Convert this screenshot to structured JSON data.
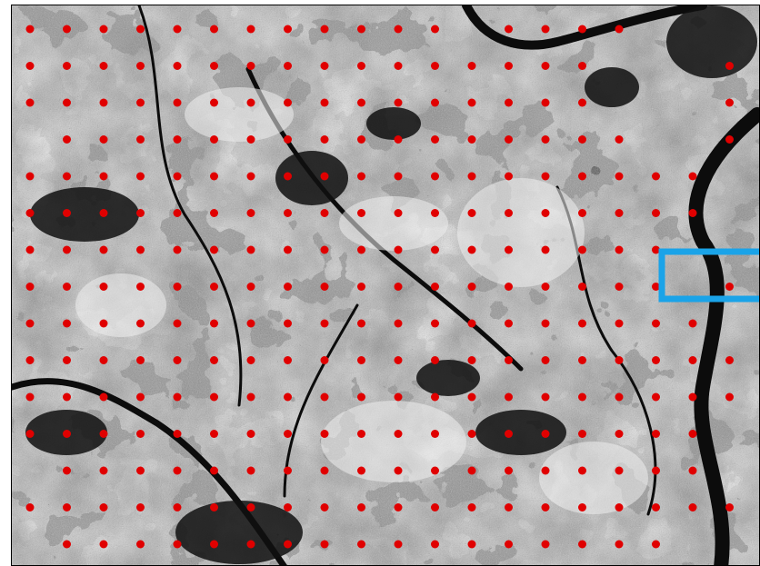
{
  "image": {
    "kind": "grayscale-satellite-texture",
    "colors": {
      "background": "#ffffff",
      "frame": "#000000",
      "dark_terrain": "#151515",
      "mid_terrain": "#6e6e6e",
      "light_terrain": "#d6d6d6",
      "bright_terrain": "#f2f2f2",
      "sample_point": "#e00000",
      "highlight_box": "#1aa3e8"
    },
    "sample_grid": {
      "description_visible": false,
      "point_count_rows": 15,
      "point_count_cols": 21
    }
  }
}
